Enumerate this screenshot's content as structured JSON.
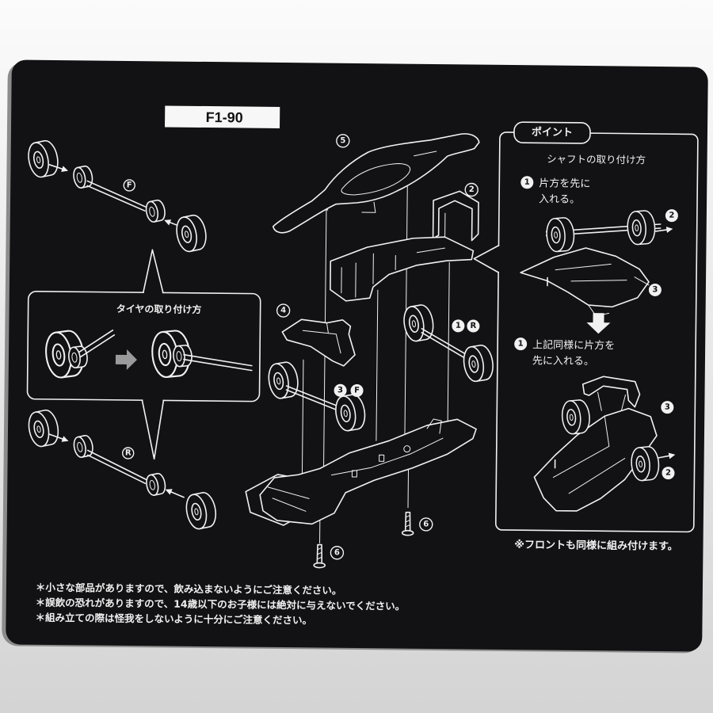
{
  "colors": {
    "card": "#121214",
    "ink": "#f1f1f1",
    "page": "#e6e6e6",
    "muted": "#9a9a9a"
  },
  "header": {
    "model_label": "F1-90"
  },
  "left_panel": {
    "front_axle_tag": "F",
    "rear_axle_tag": "R",
    "tire_howto_title": "タイヤの取り付け方"
  },
  "exploded_view": {
    "body_part_no": "5",
    "wing_part_no": "2",
    "suspension_part_no": "4",
    "rear_axle_part_no": "1",
    "rear_axle_tag": "R",
    "front_axle_part_no": "3",
    "front_axle_tag": "F",
    "screw_part_no_a": "6",
    "screw_part_no_b": "6"
  },
  "point_panel": {
    "badge": "ポイント",
    "title": "シャフトの取り付け方",
    "step_a": {
      "num": "1",
      "line1": "片方を先に",
      "line2": "入れる。",
      "mark_2": "2",
      "mark_3": "3"
    },
    "step_b": {
      "num": "1",
      "line1": "上記同様に片方を",
      "line2": "先に入れる。",
      "mark_3": "3",
      "mark_2": "2"
    },
    "footnote": "※フロントも同様に組み付けます。"
  },
  "warnings": [
    "＊小さな部品がありますので、飲み込まないようにご注意ください。",
    "＊誤飲の恐れがありますので、14歳以下のお子様には絶対に与えないでください。",
    "＊組み立ての際は怪我をしないように十分にご注意ください。"
  ]
}
